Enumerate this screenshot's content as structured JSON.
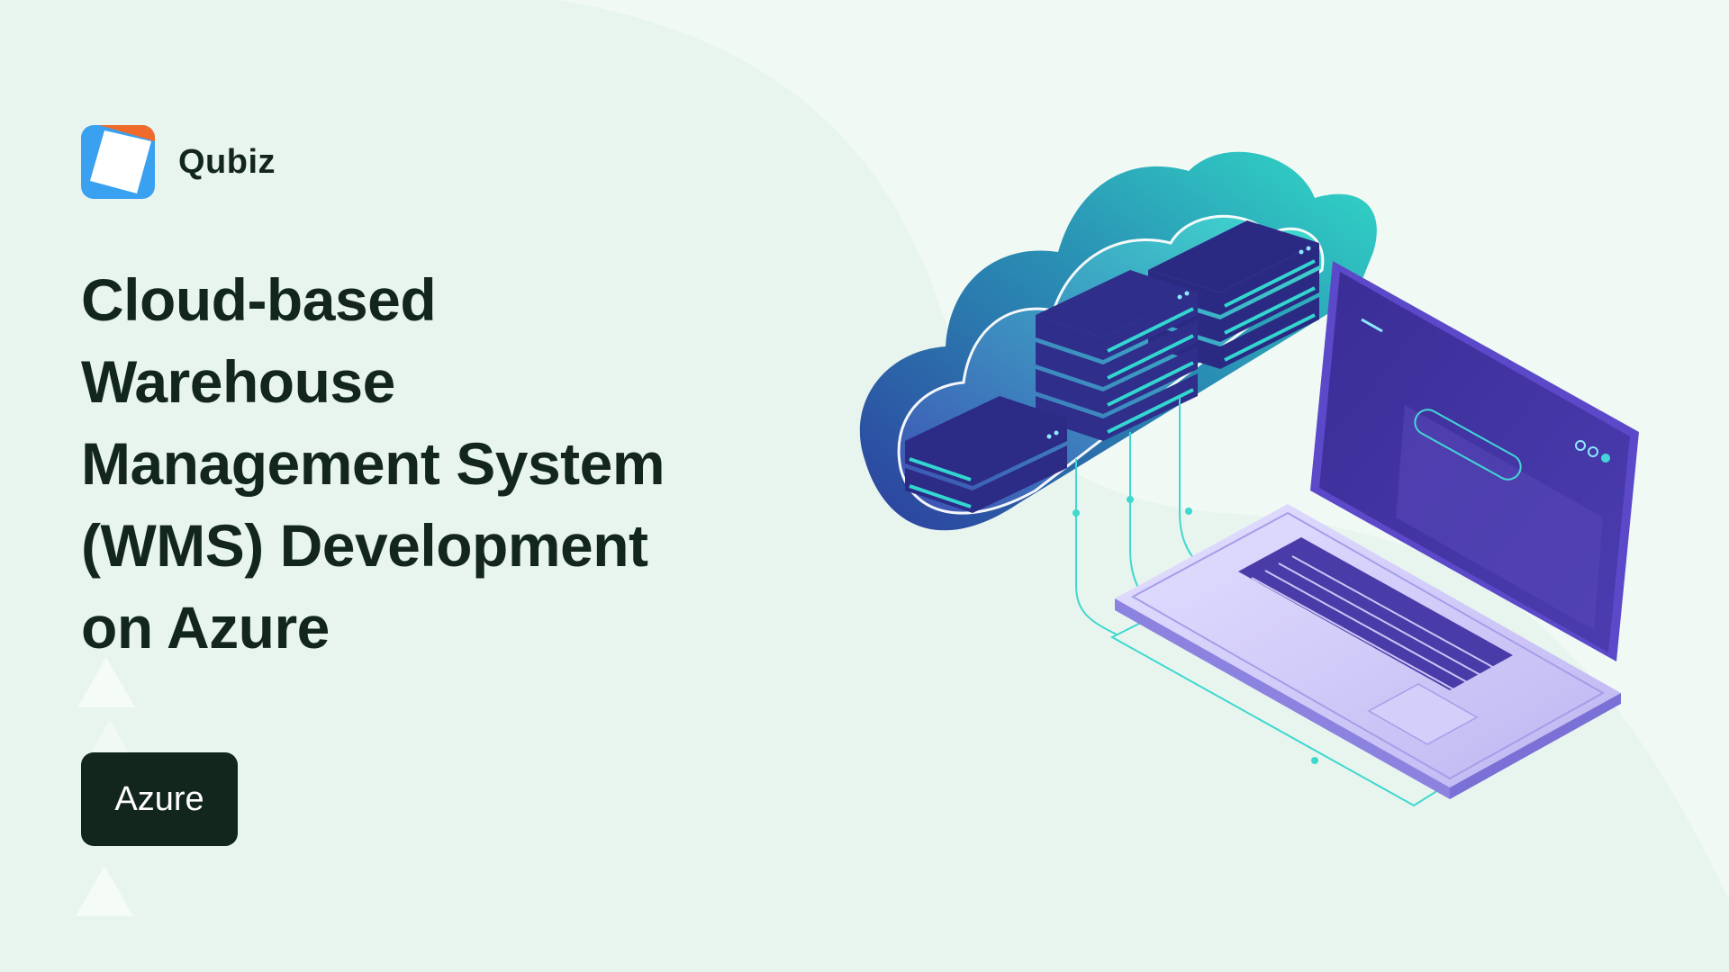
{
  "brand": {
    "name": "Qubiz",
    "logo_icon": "qubiz-logo-icon"
  },
  "hero": {
    "title_lines": [
      "Cloud-based",
      "Warehouse",
      "Management System",
      "(WMS) Development",
      "on Azure"
    ]
  },
  "tags": {
    "primary": "Azure"
  },
  "illustration": {
    "icon": "cloud-server-laptop-illustration"
  },
  "colors": {
    "background": "#e8f5ee",
    "text_dark": "#13261e",
    "tag_bg": "#13261e",
    "cloud_teal": "#2fd6c7",
    "cloud_blue": "#2a5fa8",
    "server_navy": "#2d2a7a",
    "laptop_purple": "#4a3ca8",
    "laptop_lavender": "#c9c5f5",
    "logo_orange": "#f06a2a",
    "logo_blue": "#3aa0f0"
  }
}
